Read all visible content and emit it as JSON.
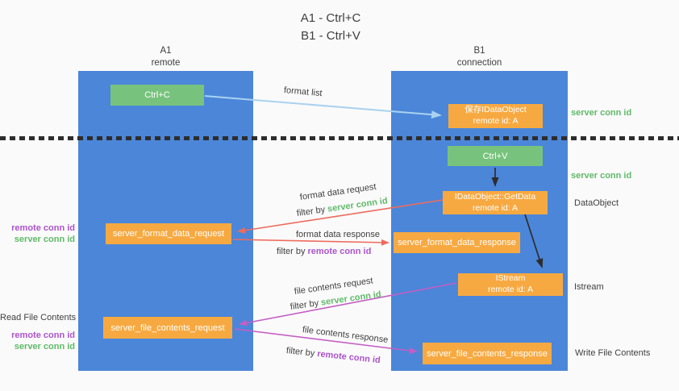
{
  "title": {
    "line1": "A1 - Ctrl+C",
    "line2": "B1 - Ctrl+V"
  },
  "lanes": {
    "a1": {
      "name": "A1",
      "subtitle": "remote"
    },
    "b1": {
      "name": "B1",
      "subtitle": "connection"
    }
  },
  "nodes": {
    "ctrl_c": "Ctrl+C",
    "ctrl_v": "Ctrl+V",
    "save_idataobject": {
      "line1": "保存IDataObject",
      "line2": "remote id: A"
    },
    "getdata": {
      "line1": "IDataObject::GetData",
      "line2": "remote id: A"
    },
    "istream": {
      "line1": "IStream",
      "line2": "remote id: A"
    },
    "server_format_data_request": "server_format_data_request",
    "server_format_data_response": "server_format_data_response",
    "server_file_contents_request": "server_file_contents_request",
    "server_file_contents_response": "server_file_contents_response"
  },
  "arrow_labels": {
    "format_list": "format list",
    "format_data_request": "format data request",
    "format_data_response": "format data response",
    "file_contents_request": "file contents request",
    "file_contents_response": "file contents response"
  },
  "terms": {
    "filter_by": "filter by",
    "server_conn_id": "server conn id",
    "remote_conn_id": "remote conn id"
  },
  "side_labels": {
    "read_file_contents": "Read File Contents",
    "write_file_contents": "Write File Contents",
    "dataobject": "DataObject",
    "istream": "Istream"
  },
  "colors": {
    "lane_blue": "#4b86d9",
    "node_green": "#77c37d",
    "node_orange": "#f7a941",
    "arrow_blue": "#a9d2ef",
    "arrow_red": "#ed6c5d",
    "arrow_purple": "#c45ec4",
    "arrow_black": "#2d2d2d",
    "text_green": "#5fba68",
    "text_purple": "#ab53cd",
    "text_dark": "#3f3f3f"
  }
}
